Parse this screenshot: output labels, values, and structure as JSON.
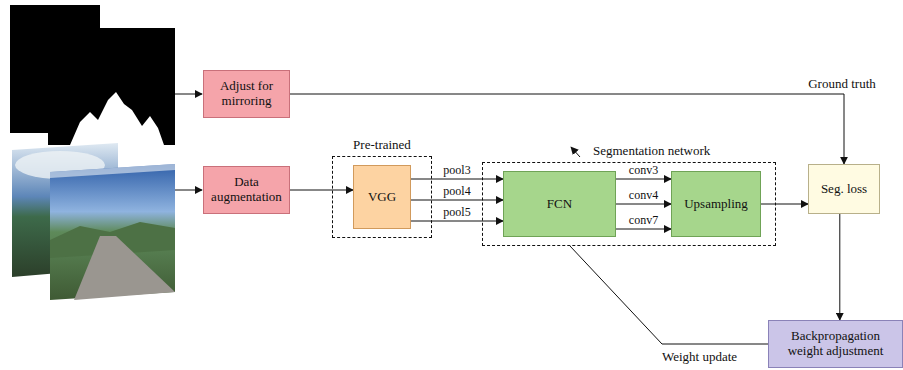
{
  "diagram": {
    "nodes": [
      {
        "text": [
          "Adjust for mirroring"
        ]
      },
      {
        "text": [
          "Data augmentation"
        ]
      },
      {
        "text": [
          "Pre-trained"
        ]
      },
      {
        "text": [
          "VGG"
        ],
        "in": 2
      },
      {
        "text": [
          "Segmentation network"
        ]
      },
      {
        "text": [
          "FCN"
        ],
        "in": 4
      },
      {
        "text": [
          "Upsampling"
        ],
        "in": 4
      },
      {
        "text": [
          "Seg. loss"
        ]
      },
      {
        "text": [
          "Backpropagation weight adjustment"
        ]
      }
    ],
    "edges": [
      {
        "from": 0,
        "to": 7,
        "arrow": "to",
        "label": "Ground truth"
      },
      {
        "from": 1,
        "to": 3,
        "arrow": "to"
      },
      {
        "from": 3,
        "to": 5,
        "arrow": "to",
        "label": "pool3"
      },
      {
        "from": 3,
        "to": 5,
        "arrow": "to",
        "label": "pool4"
      },
      {
        "from": 3,
        "to": 5,
        "arrow": "to",
        "label": "pool5"
      },
      {
        "from": 5,
        "to": 6,
        "arrow": "to",
        "label": "conv3"
      },
      {
        "from": 5,
        "to": 6,
        "arrow": "to",
        "label": "conv4"
      },
      {
        "from": 5,
        "to": 6,
        "arrow": "to",
        "label": "conv7"
      },
      {
        "from": 6,
        "to": 7,
        "arrow": "to"
      },
      {
        "from": 7,
        "to": 8,
        "arrow": "to"
      },
      {
        "from": 8,
        "to": 4,
        "arrow": "to",
        "label": "Weight update"
      }
    ]
  }
}
